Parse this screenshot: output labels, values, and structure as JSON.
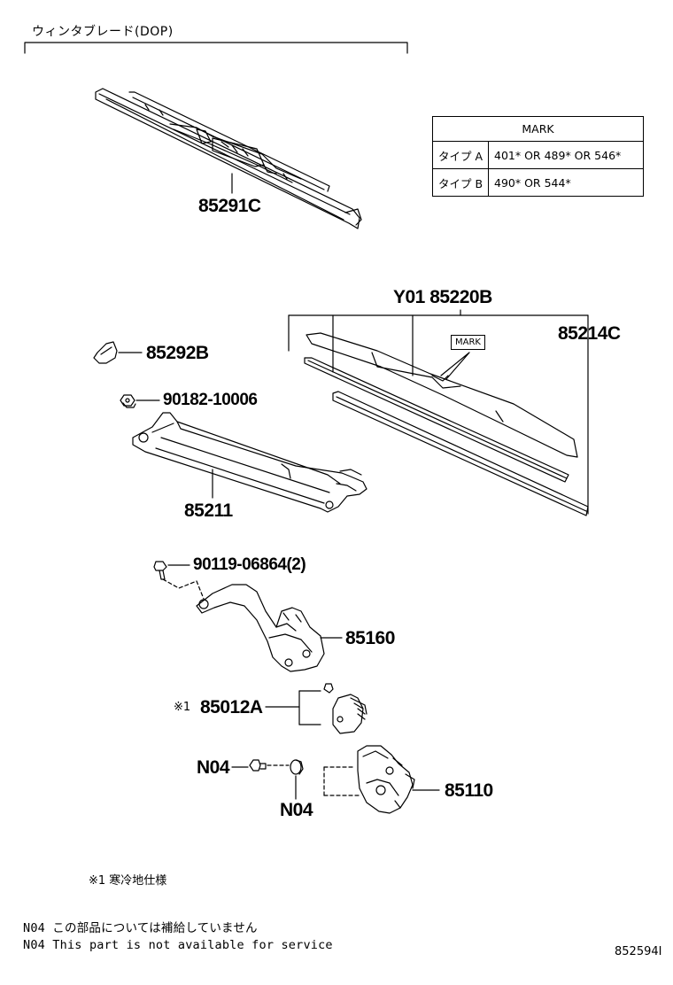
{
  "section_title": "ウィンタブレード(DOP)",
  "mark_table": {
    "header": "MARK",
    "rows": [
      {
        "type": "タイプ A",
        "value": "401* OR 489* OR 546*"
      },
      {
        "type": "タイプ B",
        "value": "490* OR 544*"
      }
    ]
  },
  "mark_label": "MARK",
  "parts": {
    "p85291C": "85291C",
    "pY01_85220B": "Y01 85220B",
    "p85214C": "85214C",
    "p85292B": "85292B",
    "p90182": "90182-10006",
    "p85211": "85211",
    "p90119": "90119-06864(2)",
    "p85160": "85160",
    "p85012A": "85012A",
    "p85012A_note": "※1",
    "pN04a": "N04",
    "pN04b": "N04",
    "p85110": "85110"
  },
  "footnotes": {
    "note1": "※1 寒冷地仕様",
    "n04_jp": "N04 この部品については補給していません",
    "n04_en": "N04 This part is not available for service"
  },
  "diagram_id": "852594I"
}
